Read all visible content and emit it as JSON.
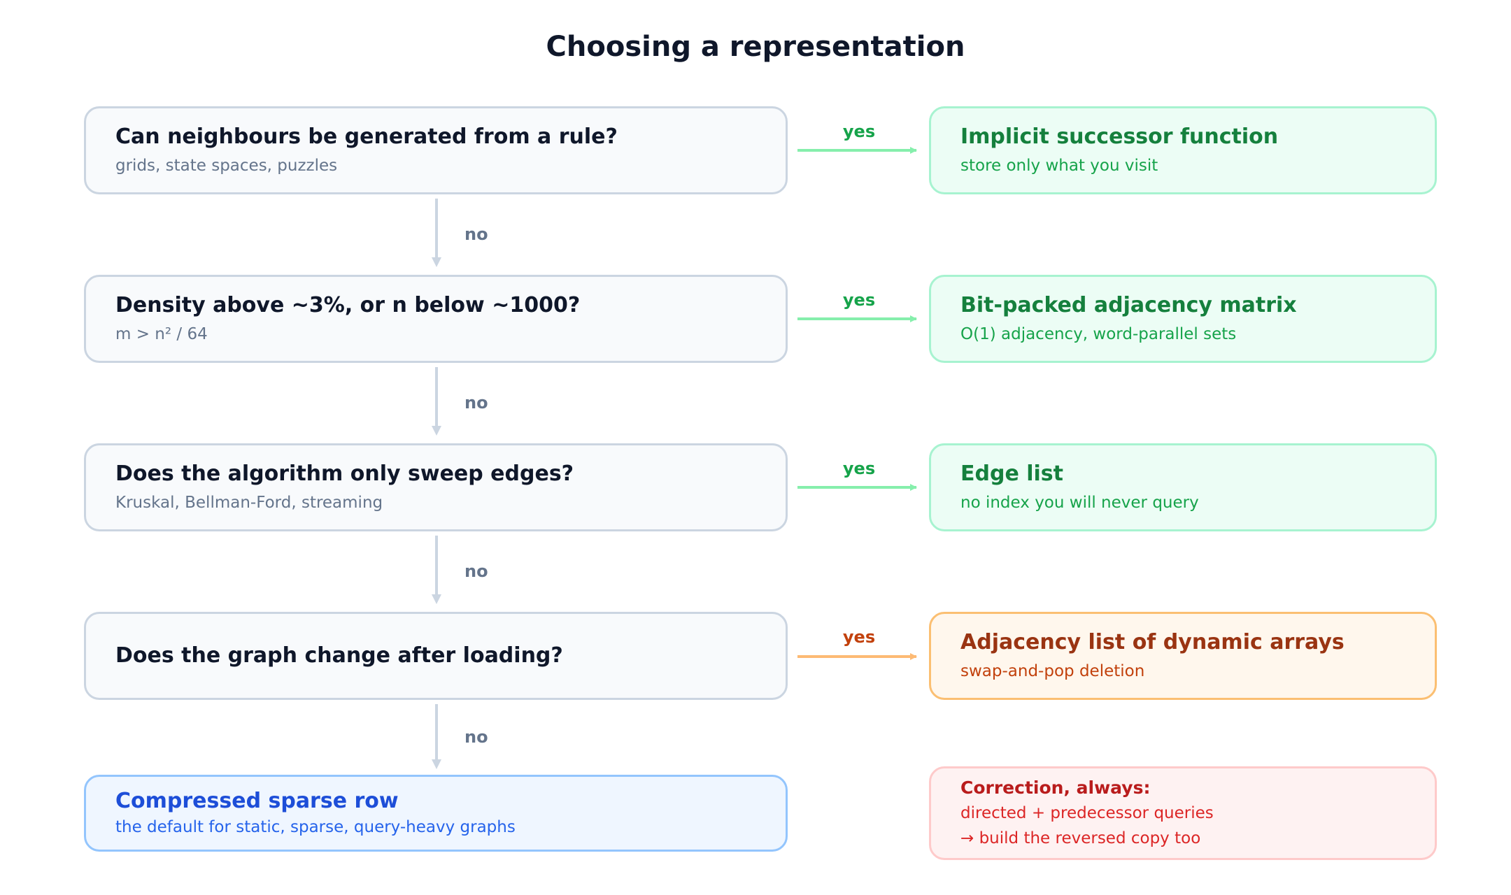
{
  "title": "Choosing a representation",
  "questions": [
    {
      "heading": "Can neighbours be generated from a rule?",
      "sub": "grids, state spaces, puzzles"
    },
    {
      "heading": "Density above ~3%, or n below ~1000?",
      "sub": "m > n² / 64"
    },
    {
      "heading": "Does the algorithm only sweep edges?",
      "sub": "Kruskal, Bellman-Ford, streaming"
    },
    {
      "heading": "Does the graph change after loading?",
      "sub": ""
    }
  ],
  "results": [
    {
      "heading": "Implicit successor function",
      "sub": "store only what you visit"
    },
    {
      "heading": "Bit-packed adjacency matrix",
      "sub": "O(1) adjacency, word-parallel sets"
    },
    {
      "heading": "Edge list",
      "sub": "no index you will never query"
    },
    {
      "heading": "Adjacency list of dynamic arrays",
      "sub": "swap-and-pop deletion"
    }
  ],
  "default_result": {
    "heading": "Compressed sparse row",
    "sub": "the default for static, sparse, query-heavy graphs"
  },
  "correction": {
    "heading": "Correction, always:",
    "line1": "directed + predecessor queries",
    "line2": "→ build the reversed copy too"
  },
  "labels": {
    "yes": "yes",
    "no": "no"
  },
  "colors": {
    "green_arrow": "#86efac",
    "orange_arrow": "#fdba74",
    "grey_arrow": "#cbd5e1"
  }
}
